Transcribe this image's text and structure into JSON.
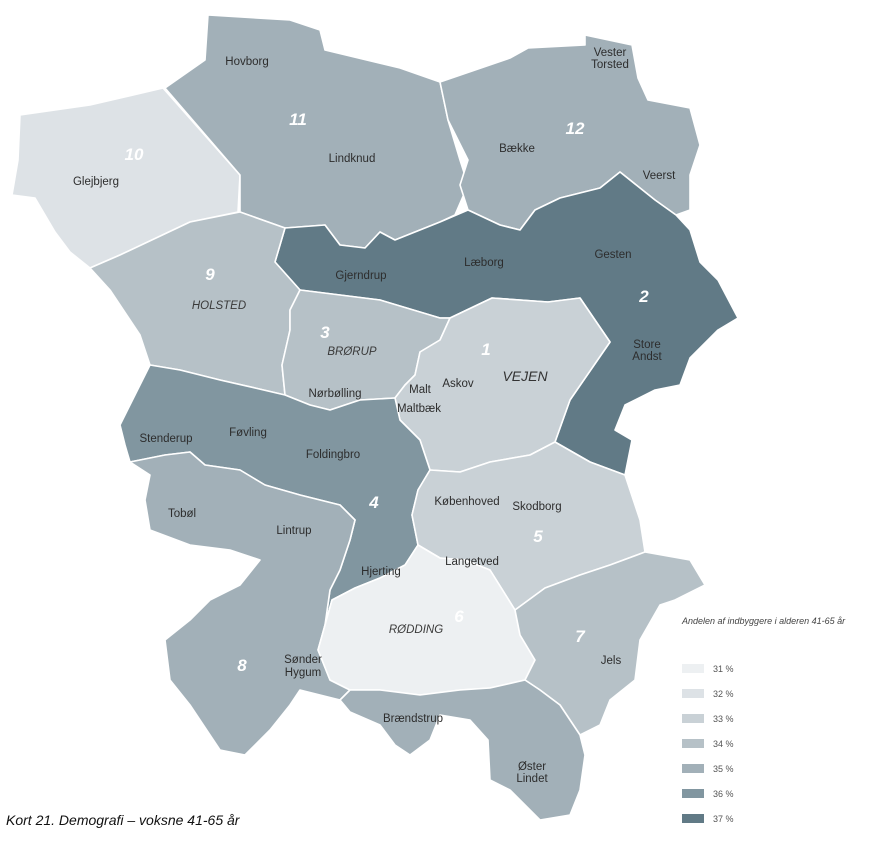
{
  "caption": "Kort 21. Demografi –  voksne 41-65 år",
  "legend": {
    "title": "Andelen af indbyggere i alderen 41-65 år",
    "items": [
      {
        "label": "31 %",
        "color": "#edf0f2"
      },
      {
        "label": "32 %",
        "color": "#dde2e6"
      },
      {
        "label": "33 %",
        "color": "#c9d1d6"
      },
      {
        "label": "34 %",
        "color": "#b6c1c7"
      },
      {
        "label": "35 %",
        "color": "#a2b0b8"
      },
      {
        "label": "36 %",
        "color": "#8196a0"
      },
      {
        "label": "37 %",
        "color": "#617a86"
      }
    ]
  },
  "regions": [
    {
      "number": "1",
      "share": "33 %",
      "color": "#c9d1d6"
    },
    {
      "number": "2",
      "share": "37 %",
      "color": "#617a86"
    },
    {
      "number": "3",
      "share": "34 %",
      "color": "#b6c1c7"
    },
    {
      "number": "4",
      "share": "36 %",
      "color": "#8196a0"
    },
    {
      "number": "5",
      "share": "33 %",
      "color": "#c9d1d6"
    },
    {
      "number": "6",
      "share": "31 %",
      "color": "#edf0f2"
    },
    {
      "number": "7",
      "share": "34 %",
      "color": "#b6c1c7"
    },
    {
      "number": "8",
      "share": "35 %",
      "color": "#a2b0b8"
    },
    {
      "number": "9",
      "share": "34 %",
      "color": "#b6c1c7"
    },
    {
      "number": "10",
      "share": "32 %",
      "color": "#dde2e6"
    },
    {
      "number": "11",
      "share": "35 %",
      "color": "#a2b0b8"
    },
    {
      "number": "12",
      "share": "35 %",
      "color": "#a2b0b8"
    }
  ],
  "towns": {
    "hovborg": "Hovborg",
    "vester_torsted_1": "Vester",
    "vester_torsted_2": "Torsted",
    "lindknud": "Lindknud",
    "baekke": "Bække",
    "veerst": "Veerst",
    "glejbjerg": "Glejbjerg",
    "gjerndrup": "Gjerndrup",
    "laeborg": "Læborg",
    "gesten": "Gesten",
    "store_andst_1": "Store",
    "store_andst_2": "Andst",
    "holsted": "HOLSTED",
    "brorup": "BRØRUP",
    "norbolling": "Nørbølling",
    "malt": "Malt",
    "askov": "Askov",
    "vejen": "VEJEN",
    "maltbaek": "Maltbæk",
    "stenderup": "Stenderup",
    "fovling": "Føvling",
    "foldingbro": "Foldingbro",
    "tobol": "Tobøl",
    "lintrup": "Lintrup",
    "kobenhoved": "Københoved",
    "skodborg": "Skodborg",
    "hjerting": "Hjerting",
    "langetved": "Langetved",
    "rodding": "RØDDING",
    "jels": "Jels",
    "sonder_hygum_1": "Sønder",
    "sonder_hygum_2": "Hygum",
    "braendstrup": "Brændstrup",
    "oster_lindet_1": "Øster",
    "oster_lindet_2": "Lindet"
  }
}
